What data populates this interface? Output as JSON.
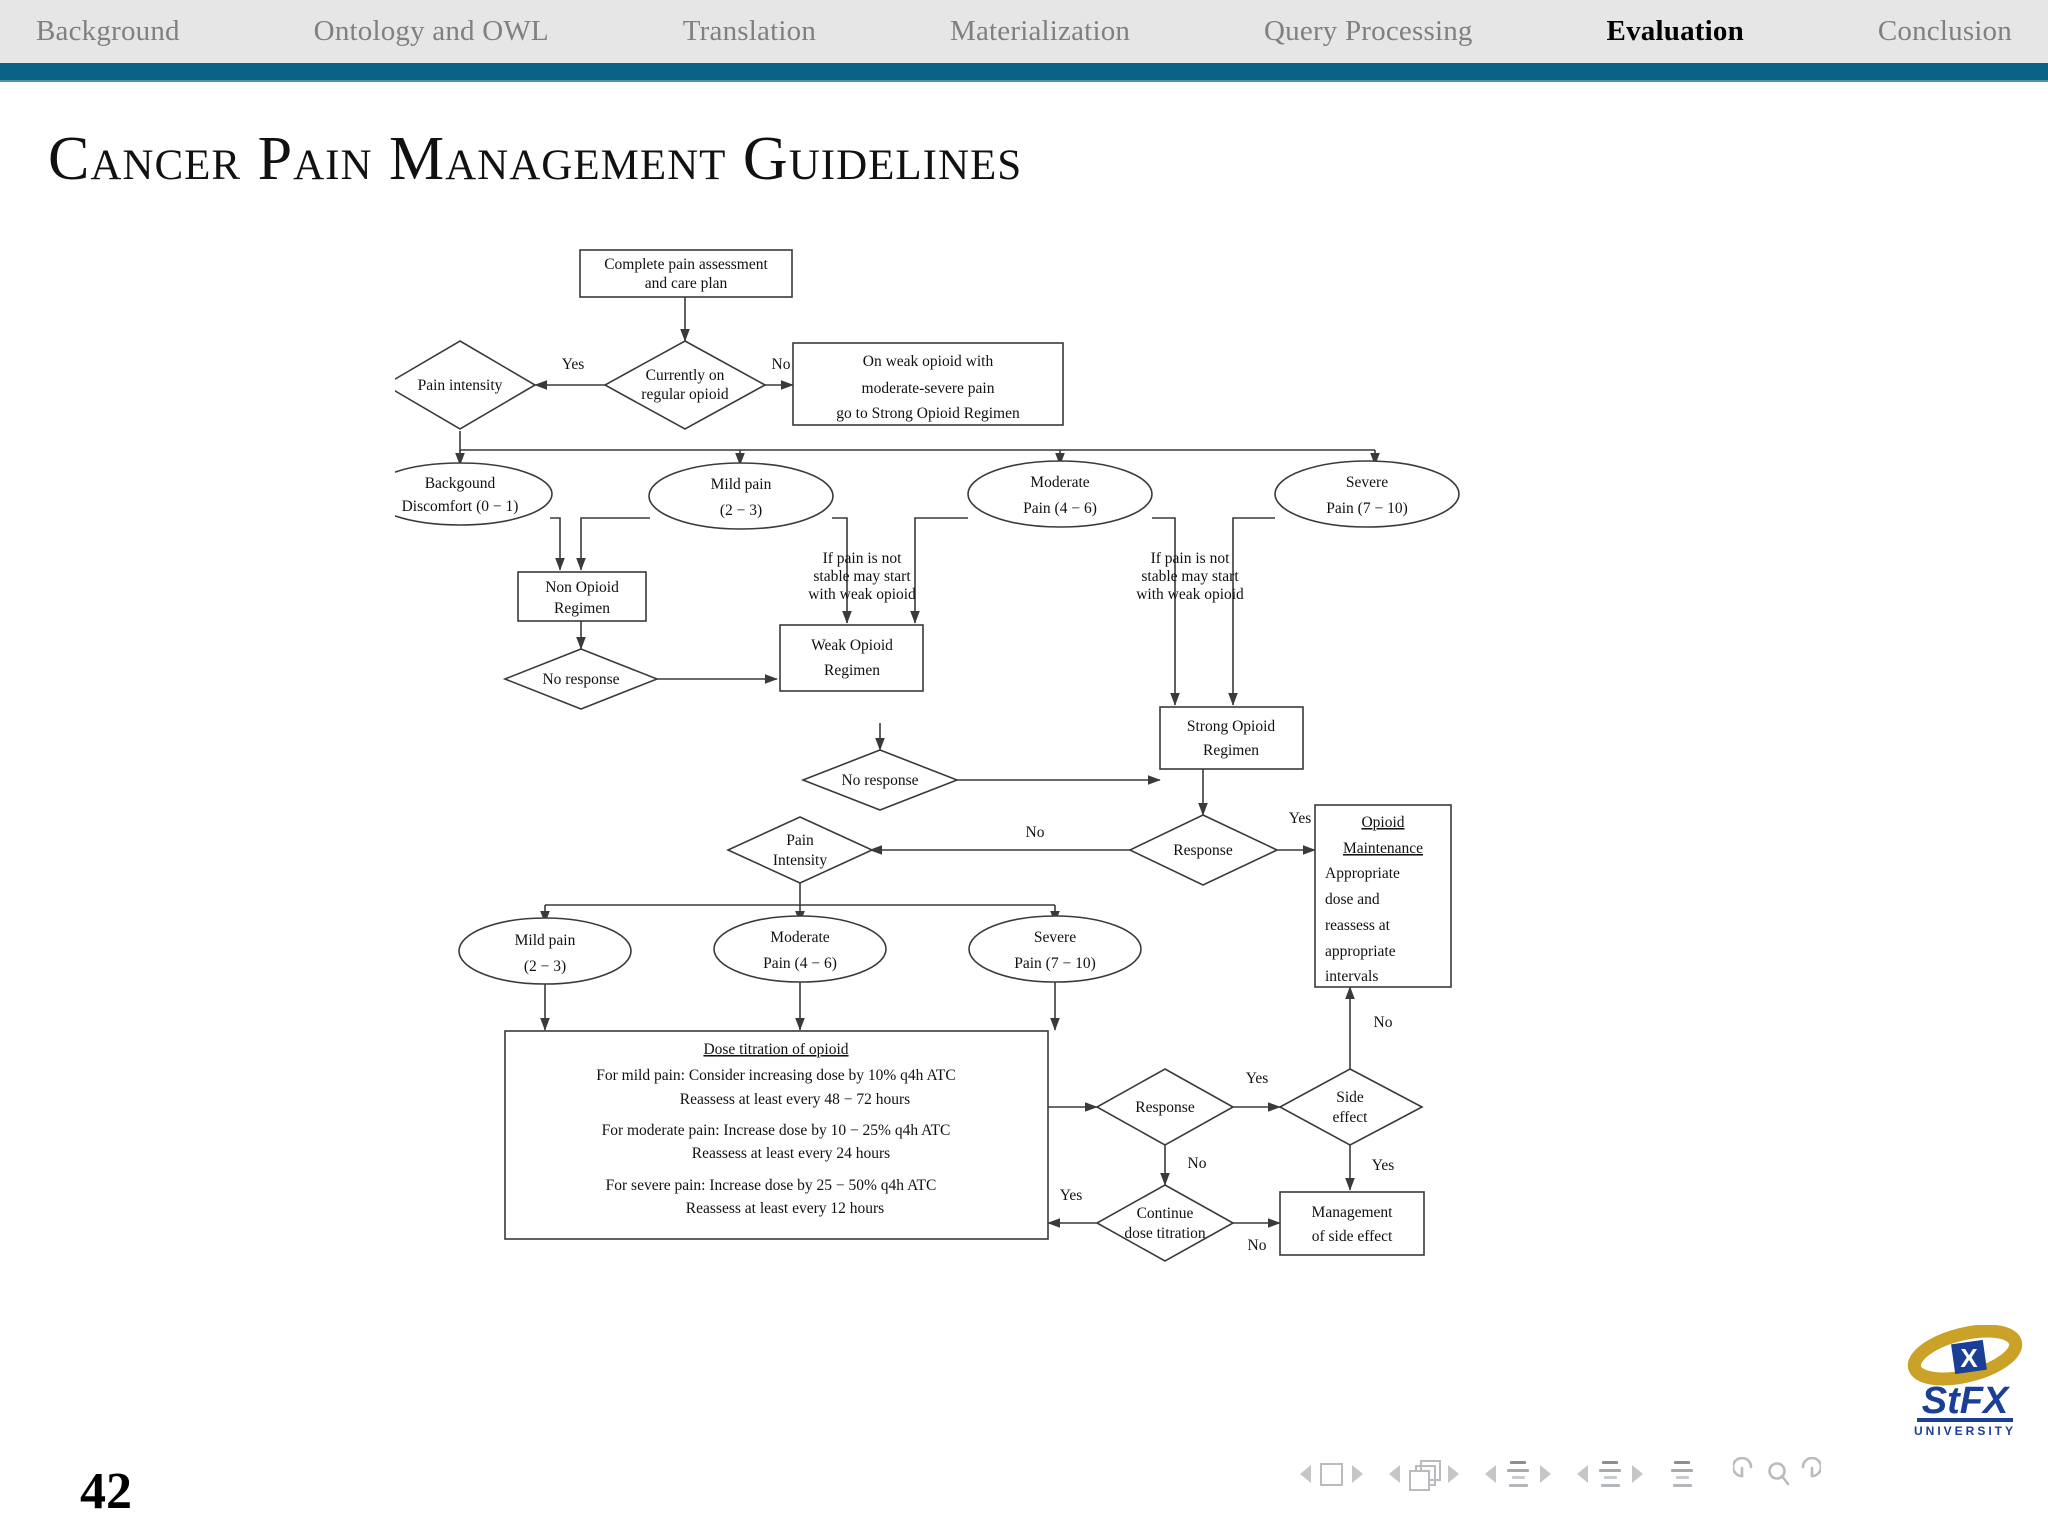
{
  "nav": {
    "items": [
      {
        "label": "Background",
        "active": false
      },
      {
        "label": "Ontology and OWL",
        "active": false
      },
      {
        "label": "Translation",
        "active": false
      },
      {
        "label": "Materialization",
        "active": false
      },
      {
        "label": "Query Processing",
        "active": false
      },
      {
        "label": "Evaluation",
        "active": true
      },
      {
        "label": "Conclusion",
        "active": false
      }
    ],
    "rule_color": "#0a6384",
    "bar_color": "#e6e6e6"
  },
  "slide": {
    "title": "Cancer Pain Management Guidelines",
    "page_number": "42"
  },
  "logo": {
    "name": "StFX",
    "wordmark": "StFX",
    "subtitle": "UNIVERSITY",
    "mark_letter": "X",
    "blue": "#1b3f96",
    "gold": "#c9a227"
  },
  "flowchart": {
    "type": "flowchart",
    "nodes": [
      {
        "id": "assess",
        "shape": "box",
        "lines": [
          "Complete pain assessment",
          "and care plan"
        ]
      },
      {
        "id": "curopioid",
        "shape": "diamond",
        "lines": [
          "Currently on",
          "regular opioid"
        ]
      },
      {
        "id": "painint1",
        "shape": "diamond",
        "lines": [
          "Pain intensity"
        ]
      },
      {
        "id": "weakmod",
        "shape": "box",
        "lines": [
          "On weak opioid with",
          "moderate-severe pain",
          "go to Strong Opioid Regimen"
        ]
      },
      {
        "id": "background",
        "shape": "ellipse",
        "lines": [
          "Backgound",
          "Discomfort (0 − 1)"
        ]
      },
      {
        "id": "mild1",
        "shape": "ellipse",
        "lines": [
          "Mild pain",
          "(2 − 3)"
        ]
      },
      {
        "id": "moderate1",
        "shape": "ellipse",
        "lines": [
          "Moderate",
          "Pain (4 − 6)"
        ]
      },
      {
        "id": "severe1",
        "shape": "ellipse",
        "lines": [
          "Severe",
          "Pain (7 − 10)"
        ]
      },
      {
        "id": "nonopioid",
        "shape": "box",
        "lines": [
          "Non Opioid",
          "Regimen"
        ]
      },
      {
        "id": "noresp1",
        "shape": "diamond",
        "lines": [
          "No response"
        ]
      },
      {
        "id": "weakopioid",
        "shape": "box",
        "lines": [
          "Weak Opioid",
          "Regimen"
        ]
      },
      {
        "id": "noresp2",
        "shape": "diamond",
        "lines": [
          "No response"
        ]
      },
      {
        "id": "strongopioid",
        "shape": "box",
        "lines": [
          "Strong Opioid",
          "Regimen"
        ]
      },
      {
        "id": "response1",
        "shape": "diamond",
        "lines": [
          "Response"
        ]
      },
      {
        "id": "painint2",
        "shape": "diamond",
        "lines": [
          "Pain",
          "Intensity"
        ]
      },
      {
        "id": "maintenance",
        "shape": "box",
        "heading": [
          "Opioid",
          "Maintenance"
        ],
        "lines": [
          "Appropriate",
          "dose and",
          "reassess at",
          "appropriate",
          "intervals"
        ]
      },
      {
        "id": "mild2",
        "shape": "ellipse",
        "lines": [
          "Mild pain",
          "(2 − 3)"
        ]
      },
      {
        "id": "moderate2",
        "shape": "ellipse",
        "lines": [
          "Moderate",
          "Pain (4 − 6)"
        ]
      },
      {
        "id": "severe2",
        "shape": "ellipse",
        "lines": [
          "Severe",
          "Pain (7 − 10)"
        ]
      },
      {
        "id": "titration",
        "shape": "box",
        "heading": [
          "Dose titration of opioid"
        ],
        "lines": [
          "For mild pain: Consider increasing dose by 10% q4h ATC",
          "Reassess at least every 48 − 72 hours",
          "For moderate pain: Increase dose by 10 − 25% q4h ATC",
          "Reassess at least every 24 hours",
          "For severe pain: Increase dose by 25 − 50% q4h ATC",
          "Reassess at least every 12 hours"
        ]
      },
      {
        "id": "response2",
        "shape": "diamond",
        "lines": [
          "Response"
        ]
      },
      {
        "id": "sideeffect",
        "shape": "diamond",
        "lines": [
          "Side",
          "effect"
        ]
      },
      {
        "id": "continue",
        "shape": "diamond",
        "lines": [
          "Continue",
          "dose titration"
        ]
      },
      {
        "id": "mgmt",
        "shape": "box",
        "lines": [
          "Management",
          "of side effect"
        ]
      }
    ],
    "edge_labels": {
      "yes1": "Yes",
      "no1": "No",
      "note_mild": [
        "If pain is not",
        "stable may start",
        "with weak opioid"
      ],
      "note_mod": [
        "If pain is not",
        "stable may start",
        "with weak opioid"
      ],
      "no_response_to_pain": "No",
      "yes_maintenance": "Yes",
      "no_side_to_maint": "No",
      "yes_response2": "Yes",
      "no_response2": "No",
      "yes_sideeffect": "Yes",
      "yes_continue": "Yes",
      "no_continue": "No"
    }
  },
  "beamer_nav": {
    "groups": [
      {
        "name": "slide-nav",
        "icon": "square-icon"
      },
      {
        "name": "frame-nav",
        "icon": "frames-icon"
      },
      {
        "name": "subsection-nav",
        "icon": "lines-icon"
      },
      {
        "name": "section-nav",
        "icon": "lines-icon"
      },
      {
        "name": "presentation-nav",
        "icon": "lines-icon"
      }
    ],
    "actions": [
      "back-icon",
      "search-icon",
      "forward-icon"
    ]
  }
}
